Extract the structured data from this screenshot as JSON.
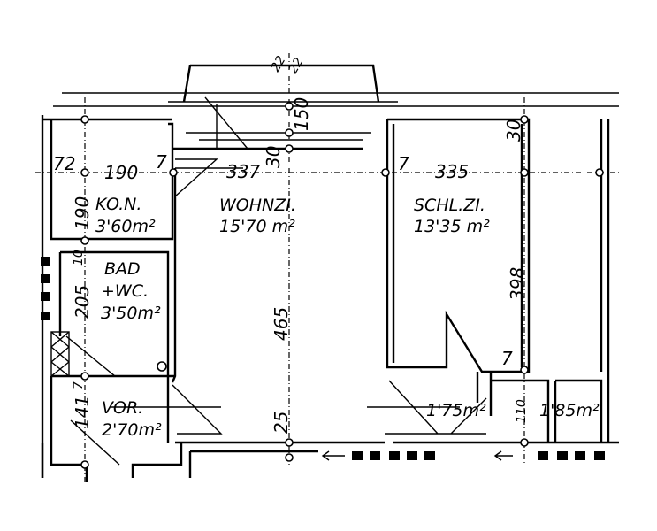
{
  "rooms": {
    "kitchen": {
      "name": "KO.N.",
      "area": "3'60m²"
    },
    "living": {
      "name": "WOHNZI.",
      "area": "15'70 m²"
    },
    "bedroom": {
      "name": "SCHL.ZI.",
      "area": "13'35 m²"
    },
    "bath": {
      "name": "BAD",
      "name2": "+WC.",
      "area": "3'50m²"
    },
    "hall": {
      "name": "VOR.",
      "area": "2'70m²"
    },
    "storage1": {
      "area": "1'75m²"
    },
    "storage2": {
      "area": "1'85m²"
    }
  },
  "dimensions": {
    "d72": "72",
    "d190h": "190",
    "d7a": "7",
    "d337": "337",
    "d30a": "30",
    "d7b": "7",
    "d335": "335",
    "d30b": "30",
    "d190v": "190",
    "d10": "10",
    "d205": "205",
    "d465": "465",
    "d398": "398",
    "d7c": "7",
    "d141": "141",
    "d25": "25",
    "d7d": "7",
    "d110": "110",
    "d150": "150",
    "d22a": "22",
    "d22b": "22"
  }
}
